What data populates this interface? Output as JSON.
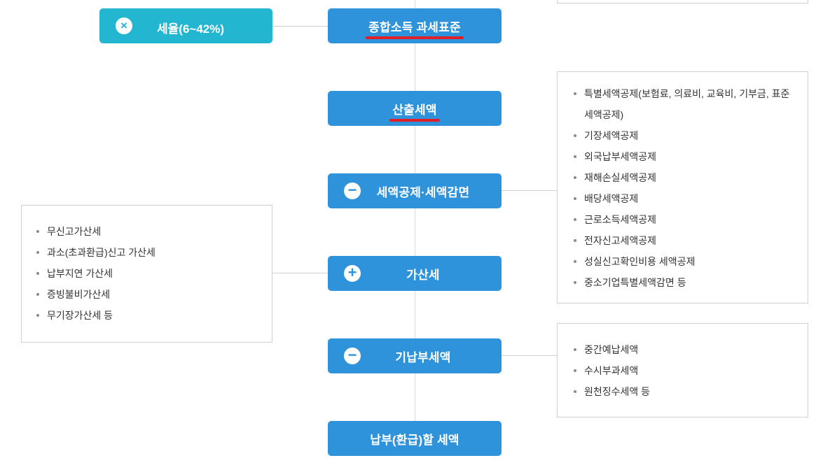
{
  "colors": {
    "node_blue": "#2f93dc",
    "rate_teal": "#22b6d0",
    "underline_red": "#e21f26",
    "box_border": "#cfcfcf"
  },
  "rate_node": {
    "operator_icon": "times-icon",
    "operator": "×",
    "label": "세율(6~42%)"
  },
  "nodes": [
    {
      "label": "종합소득 과세표준",
      "underlined": true
    },
    {
      "label": "산출세액",
      "underlined": true
    },
    {
      "label": "세액공제·세액감면",
      "operator_icon": "minus-icon",
      "operator": "−"
    },
    {
      "label": "가산세",
      "operator_icon": "plus-icon",
      "operator": "+"
    },
    {
      "label": "기납부세액",
      "operator_icon": "minus-icon",
      "operator": "−"
    },
    {
      "label": "납부(환급)할 세액"
    }
  ],
  "deduction_box": {
    "items": [
      "특별세액공제(보험료, 의료비, 교육비, 기부금, 표준세액공제)",
      "기장세액공제",
      "외국납부세액공제",
      "재해손실세액공제",
      "배당세액공제",
      "근로소득세액공제",
      "전자신고세액공제",
      "성실신고확인비용 세액공제",
      "중소기업특별세액감면 등"
    ]
  },
  "penalty_box": {
    "items": [
      "무신고가산세",
      "과소(초과환급)신고 가산세",
      "납부지연 가산세",
      "증빙불비가산세",
      "무기장가산세 등"
    ]
  },
  "prepaid_box": {
    "items": [
      "중간예납세액",
      "수시부과세액",
      "원천징수세액 등"
    ]
  }
}
